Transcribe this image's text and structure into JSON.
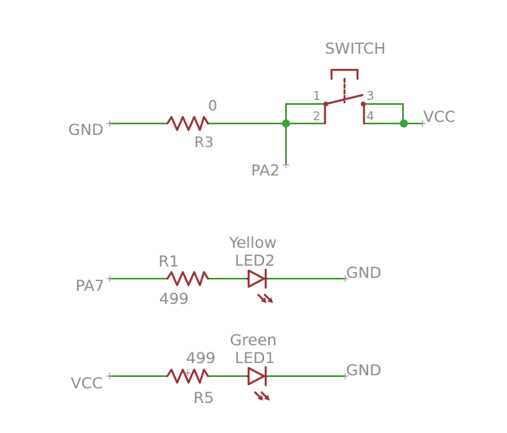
{
  "switch": {
    "label": "SWITCH",
    "pin1": "1",
    "pin2": "2",
    "pin3": "3",
    "pin4": "4"
  },
  "r3": {
    "name": "R3",
    "value": "0"
  },
  "r1": {
    "name": "R1",
    "value": "499"
  },
  "r5": {
    "name": "R5",
    "value": "499"
  },
  "led2": {
    "name": "LED2",
    "color": "Yellow"
  },
  "led1": {
    "name": "LED1",
    "color": "Green"
  },
  "nets": {
    "gnd_left": "GND",
    "vcc_right": "VCC",
    "pa2": "PA2",
    "pa7": "PA7",
    "gnd_led2": "GND",
    "vcc_left": "VCC",
    "gnd_led1": "GND"
  },
  "colors": {
    "wire": "#3f9a2c",
    "component": "#9a3336",
    "junction": "#3aa336",
    "label": "#8c8c8c"
  }
}
